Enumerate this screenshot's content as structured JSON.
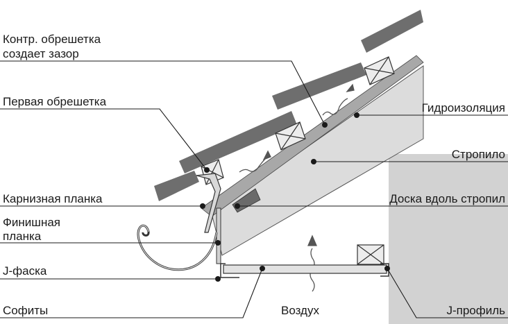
{
  "labels": {
    "counter_batten_line1": "Контр. обрешетка",
    "counter_batten_line2": "создает зазор",
    "first_batten": "Первая обрешетка",
    "eave_plank": "Карнизная планка",
    "finish_plank_line1": "Финишная",
    "finish_plank_line2": "планка",
    "j_chamfer": "J-фаска",
    "soffits": "Софиты",
    "air": "Воздух",
    "j_profile": "J-профиль",
    "waterproofing": "Гидроизоляция",
    "rafter": "Стропило",
    "board_along_rafters": "Доска вдоль стропил"
  },
  "colors": {
    "tile": "#6e6e6e",
    "wall": "#d2d2d2",
    "rafter": "#dcdcdc",
    "membrane": "#a8a8a8",
    "board": "#6a6a6a",
    "line": "#1a1a1a"
  }
}
